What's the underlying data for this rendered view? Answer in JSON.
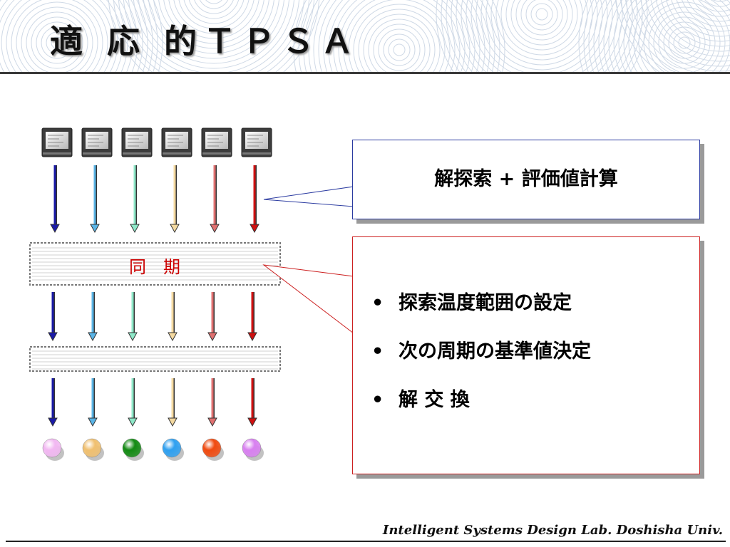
{
  "slide": {
    "title": "適 応 的ＴＰＳＡ",
    "footer": "Intelligent Systems Design Lab. Doshisha Univ."
  },
  "diagram": {
    "sync_label": "同　期",
    "arrow_colors": [
      "#1a1aa8",
      "#5ab4e6",
      "#8ee8c8",
      "#f4d9a0",
      "#e07070",
      "#d01010"
    ],
    "result_ball_colors": [
      "#f2b8f2",
      "#f0c070",
      "#138a13",
      "#2fa0f0",
      "#f04a10",
      "#d880f0"
    ],
    "computer_count": 6
  },
  "callouts": {
    "search": "解探索 + 評価値計算",
    "bullets": [
      "探索温度範囲の設定",
      "次の周期の基準値決定",
      "解 交 換"
    ]
  },
  "colors": {
    "top_callout_border": "#2a3aa0",
    "bottom_callout_border": "#cc2020",
    "sync_text": "#cc0000"
  }
}
